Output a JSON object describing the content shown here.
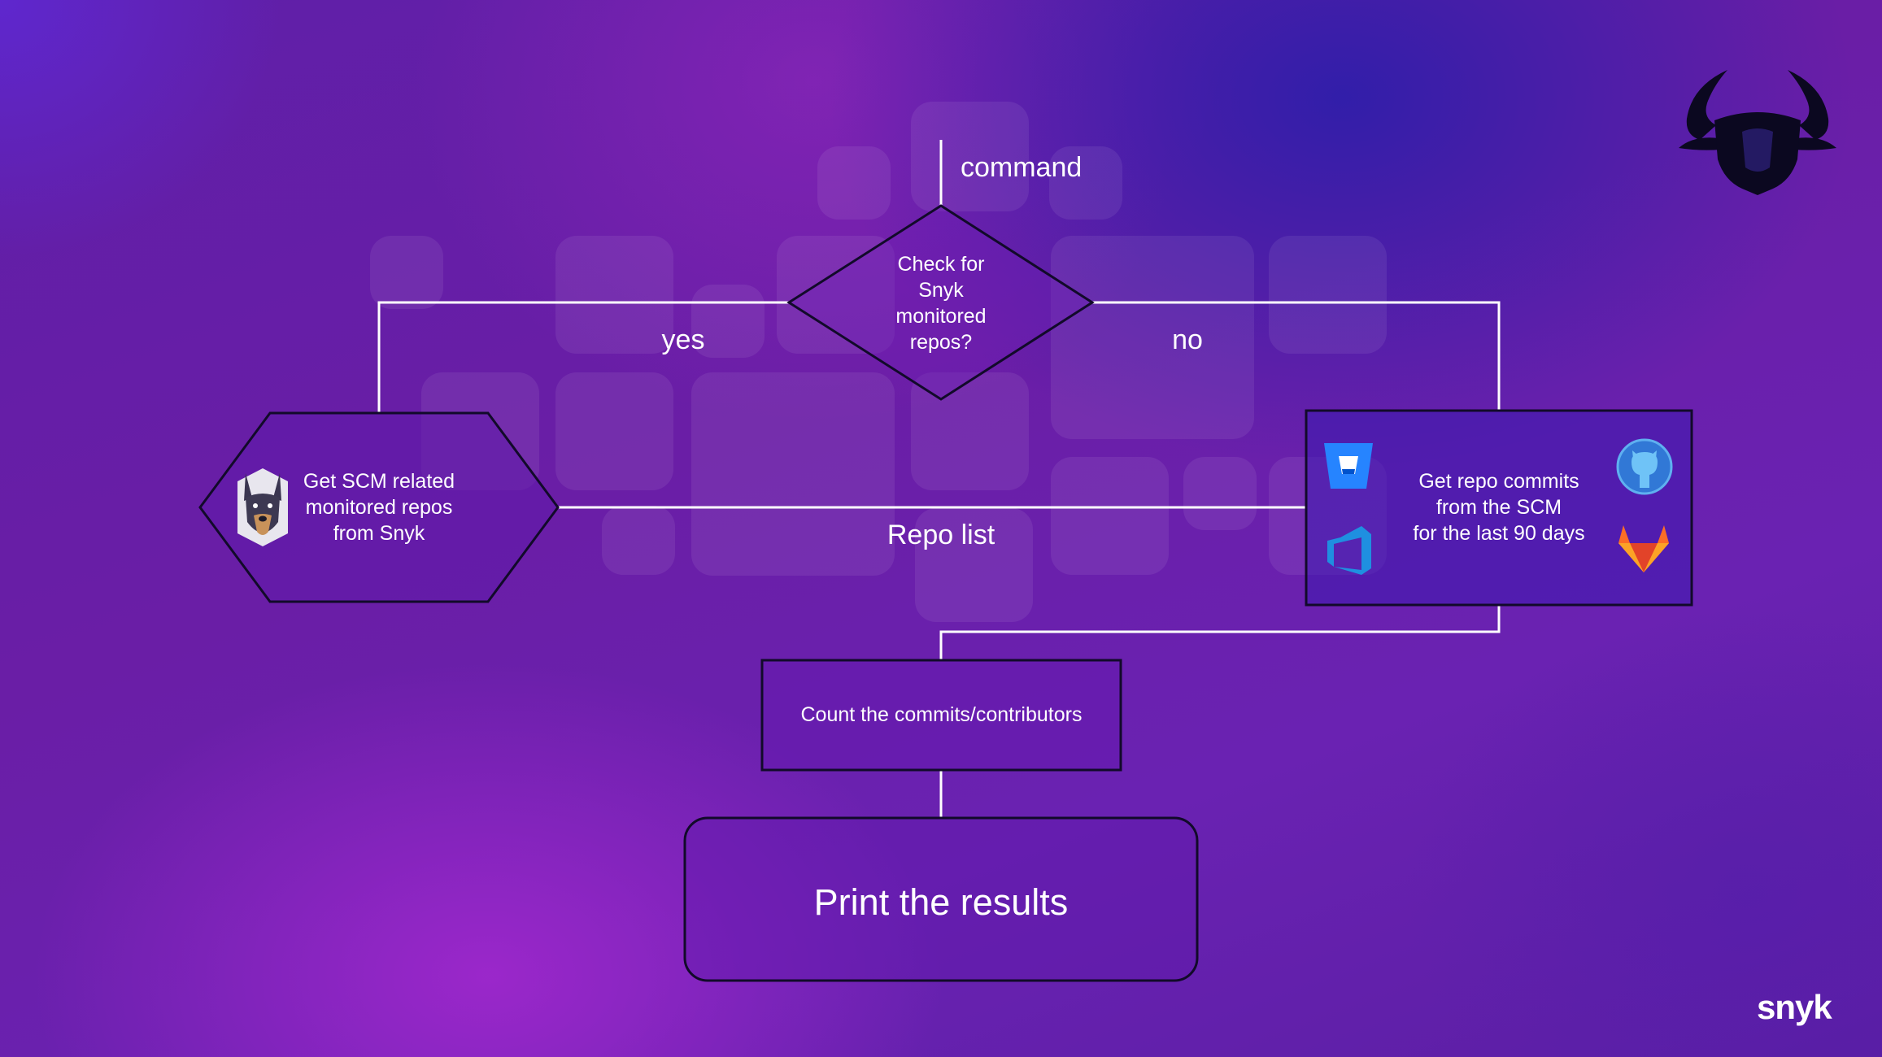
{
  "diagram": {
    "edge_labels": {
      "command": "command",
      "yes": "yes",
      "no": "no",
      "repo_list": "Repo list"
    },
    "nodes": {
      "decision": {
        "line1": "Check for",
        "line2": "Snyk",
        "line3": "monitored",
        "line4": "repos?"
      },
      "snyk_repos": {
        "line1": "Get SCM related",
        "line2": "monitored repos",
        "line3": "from Snyk"
      },
      "scm_commits": {
        "line1": "Get repo commits",
        "line2": "from the SCM",
        "line3": "for the last 90 days"
      },
      "count": {
        "text": "Count the commits/contributors"
      },
      "print": {
        "text": "Print the results"
      }
    }
  },
  "branding": {
    "wordmark": "snyk",
    "logo_icon": "bull-head-icon"
  },
  "icons": {
    "snyk_node": "snyk-doberman-icon",
    "scm": [
      "bitbucket-icon",
      "github-icon",
      "azure-devops-icon",
      "gitlab-icon"
    ]
  },
  "colors": {
    "line": "#ffffff",
    "box_stroke": "#120a2a",
    "bitbucket": "#2684ff",
    "azure": "#1f8fe0",
    "gitlab": "#fc6d26"
  }
}
